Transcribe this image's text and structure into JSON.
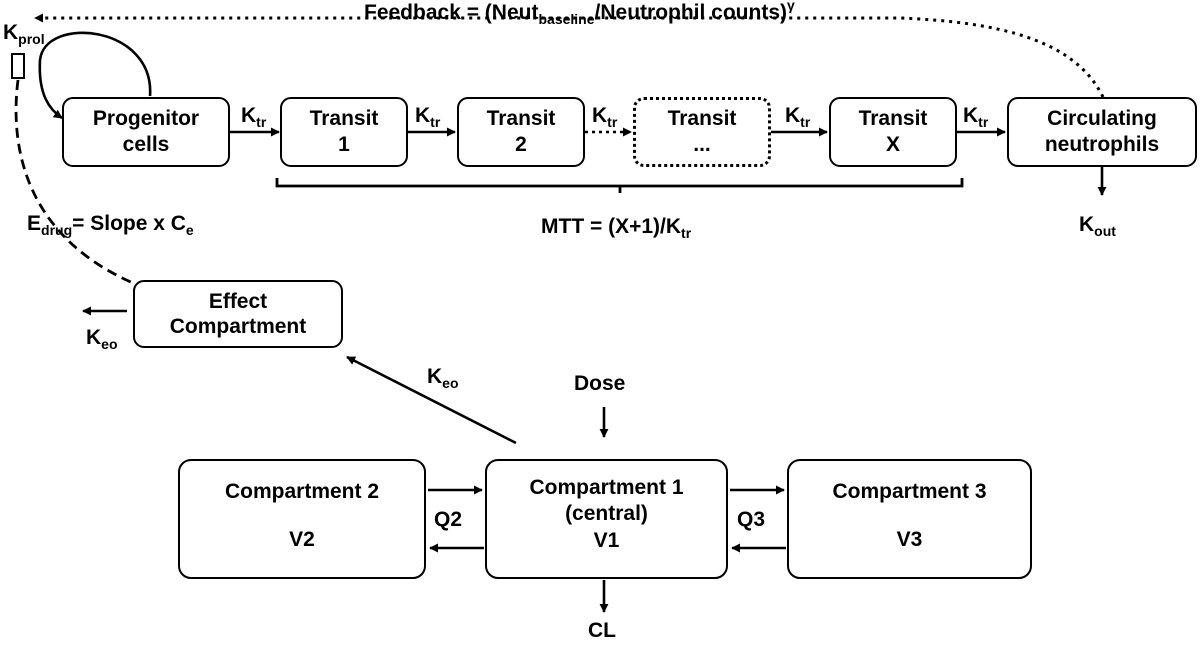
{
  "feedback": {
    "prefix": "Feedback = (Neut",
    "sub": "baseline",
    "mid": "/Neutrophil counts)",
    "sup": "γ"
  },
  "kprol": {
    "base": "K",
    "sub": "prol"
  },
  "top_row": {
    "progenitor": {
      "line1": "Progenitor",
      "line2": "cells"
    },
    "transit1": {
      "line1": "Transit",
      "line2": "1"
    },
    "transit2": {
      "line1": "Transit",
      "line2": "2"
    },
    "transit_dots": {
      "line1": "Transit",
      "line2": "..."
    },
    "transitX": {
      "line1": "Transit",
      "line2": "X"
    },
    "circulating": {
      "line1": "Circulating",
      "line2": "neutrophils"
    }
  },
  "ktr": {
    "base": "K",
    "sub": "tr"
  },
  "kout": {
    "base": "K",
    "sub": "out"
  },
  "mtt": {
    "prefix": "MTT = (X+1)/K",
    "sub": "tr"
  },
  "edrug": {
    "base": "E",
    "sub1": "drug",
    "mid": "= Slope x C",
    "sub2": "e"
  },
  "effect": {
    "line1": "Effect",
    "line2": "Compartment"
  },
  "keo": {
    "base": "K",
    "sub": "eo"
  },
  "dose": "Dose",
  "compartment2": {
    "title": "Compartment 2",
    "volume": "V2"
  },
  "compartment1": {
    "title": "Compartment 1",
    "subtitle": "(central)",
    "volume": "V1"
  },
  "compartment3": {
    "title": "Compartment 3",
    "volume": "V3"
  },
  "q2": "Q2",
  "q3": "Q3",
  "cl": "CL"
}
